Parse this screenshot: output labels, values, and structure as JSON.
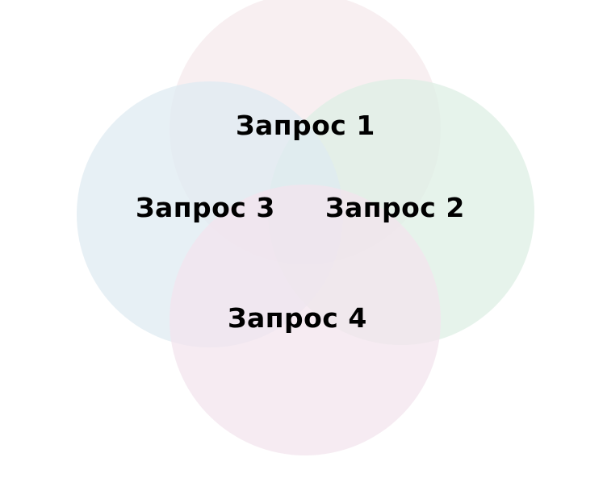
{
  "venn": {
    "sets": [
      {
        "label": "Запрос 1",
        "color": "#f5e9ec"
      },
      {
        "label": "Запрос 2",
        "color": "#ddefe4"
      },
      {
        "label": "Запрос 3",
        "color": "#dfebf1"
      },
      {
        "label": "Запрос 4",
        "color": "#f3e4ed"
      }
    ]
  }
}
